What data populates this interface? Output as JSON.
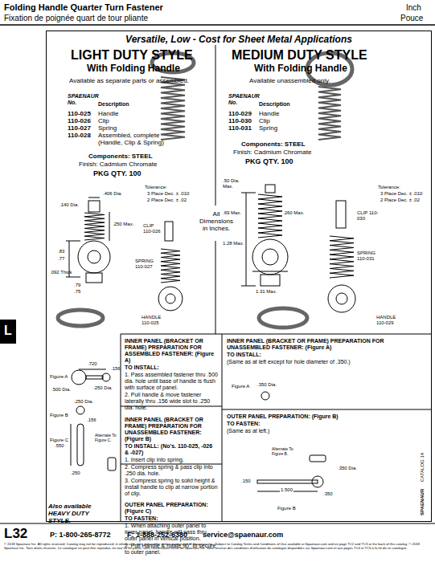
{
  "diagram": {
    "title": "Folding Handle Quarter Turn Fastener",
    "nodes": [
      {
        "text": [
          "Versatile, Low - Cost for Sheet Metal Applications"
        ]
      },
      {
        "text": [
          "L"
        ]
      }
    ],
    "labels": [
      "Inch",
      "Fixation de poignée quart de tour pliante",
      "Pouce",
      "LIGHT DUTY STYLE",
      "With Folding Handle",
      "Available as separate parts or assembled.",
      "SPAENAUR No.",
      "Description",
      "110-025",
      "Handle",
      "110-026",
      "Clip",
      "110-027",
      "Spring",
      "110-028",
      "Assembled, complete (Handle, Clip & Spring)",
      "Components: STEEL",
      "Finish: Cadmium Chromate",
      "PKG QTY. 100",
      "Tolerance:",
      "3 Place Dec. ± .010",
      "2 Place Dec. ± .02",
      ".406 Dia.",
      ".140 Dia.",
      ".250 Max.",
      ".83",
      ".77",
      ".092 Thick",
      ".79",
      ".75",
      "CLIP 110-026",
      "SPRING 110-027",
      "HANDLE 110-025",
      "All Dimensions in Inches.",
      "MEDIUM DUTY STYLE",
      "With Folding Handle",
      "Available unassembled only.",
      "SPAENAUR No.",
      "Description",
      "110-029",
      "Handle",
      "110-030",
      "Clip",
      "110-031",
      "Spring",
      "Components: STEEL",
      "Finish: Cadmium Chromate",
      "PKG QTY. 100",
      "Tolerance:",
      "3 Place Dec. ± .010",
      "2 Place Dec. ± .02",
      ".50 Dia. Max.",
      ".69 Max.",
      ".260 Max.",
      "1.28 Max.",
      "1.31 Max.",
      "CLIP 110-030",
      "SPRING 110-031",
      "HANDLE 110-029",
      "INNER PANEL (BRACKET OR FRAME) PREPARATION FOR ASSEMBLED FASTENER: (Figure A)",
      "TO INSTALL:",
      "1. Pass assembled fastener thru .500 dia. hole until base of handle is flush with surface of panel.",
      "2. Pull handle & move fastener laterally thru .156 wide slot to .250 dia. hole.",
      "INNER PANEL (BRACKET OR FRAME) PREPARATION FOR UNASSEMBLED FASTENER: (Figure B)",
      "TO INSTALL: (No's. 110-025, -026 & -027)",
      "1. Insert clip into spring.",
      "2. Compress spring & pass clip into .250 dia. hole.",
      "3. Compress spring to solid height & install handle to clip at narrow portion of clip.",
      "OUTER PANEL PREPARATION: (Figure C)",
      "TO FASTEN:",
      "1. When attaching outer panel to inner panel, handle will pass thru outer panel in vertical position.",
      "2. Pull Handle & rotate 90° to secure to outer panel.",
      "INNER PANEL (BRACKET OR FRAME) PREPARATION FOR UNASSEMBLED FASTENER: (Figure A)",
      "TO INSTALL:",
      "(Same as at left except for hole diameter of .350.)",
      "Figure A",
      ".350 Dia.",
      "OUTER PANEL PREPARATION: (Figure B)",
      "TO FASTEN:",
      "(Same as at left.)",
      "Alternate To Figure B.",
      ".350 Dia.",
      "1.500",
      ".150",
      ".350",
      "Figure B",
      "Figure A",
      ".720",
      ".500 Dia.",
      ".156",
      ".250 Dia.",
      "Figure B",
      ".250 Dia.",
      "Figure C",
      ".156",
      "Alternate To Figure C.",
      ".550",
      ".250",
      "Also available HEAVY DUTY STYLE.",
      "L32",
      "P: 1-800-265-8772",
      "F: 1-888-252-6380",
      "service@spaenaur.com",
      "© 2018 Spaenaur Inc. All rights reserved. Catalog may not be reproduced, in whole or in part, without the written permission of Spaenaur Inc. Subject to Catalog Terms and Conditions of Use available at Spaenaur.com and on page TC2 and TC3 at the back of this catalog. © 2018 Spaenaur Inc. Tous droits réservés. Le catalogue ne peut être reproduit, en tout ou en partie, sans l'autorisation écrite de Spaenaur Inc. Sous réserve des conditions d'utilisation du catalogue disponibles sur Spaenaur.com et aux pages TC4 et TC5 à la fin de ce catalogue.",
      "SPAENAUR",
      "CATALOG 14"
    ]
  }
}
